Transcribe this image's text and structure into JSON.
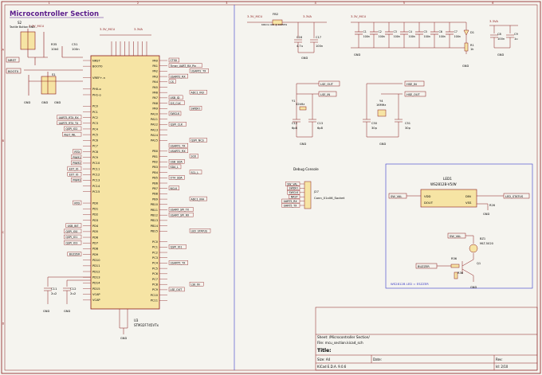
{
  "sheet_title": "Microcontroller Section",
  "power_labels": {
    "a": "3.3V_MCU",
    "b": "3.3V_MCU",
    "c": "3.3V_MCU",
    "d": "3.3V_MCU",
    "e": "3.3VA",
    "f": "3.3VA",
    "g": "3.3VA"
  },
  "left_components": {
    "s2_ref": "S2",
    "s2_desc": "Tactile Button",
    "s2_pin": "GND",
    "r35_ref": "R35",
    "r35_val": "10k0",
    "c51_ref": "C51",
    "c51_val": "100n",
    "nrst_label": "NRST",
    "boot0_label": "BOOT0",
    "s1_ref": "S1",
    "s1_desc": "Tactile Button",
    "gnd": "GND"
  },
  "mcu": {
    "ref": "U3",
    "part": "STM32F745VTx",
    "left_pins": [
      "NRST",
      "BOOT0",
      "",
      "VREF+-n",
      "",
      "PH0-o",
      "PH1-o",
      "",
      "PC0",
      "PC1",
      "PC2",
      "PC3",
      "PC4",
      "PC5",
      "PC6",
      "PC7",
      "PC8",
      "PC9",
      "PC10",
      "PC11",
      "PC12",
      "PC13",
      "PC14",
      "PC15",
      "",
      "PD0",
      "PD1",
      "PD2",
      "PD3",
      "PD4",
      "PD5",
      "PD6",
      "PD7",
      "PD8",
      "PD9",
      "PD10",
      "PD11",
      "PD12",
      "PD13",
      "PD14",
      "PD15",
      "VCAP",
      "VCAP"
    ],
    "right_pins": [
      "PA0",
      "PA1",
      "PA2",
      "PA3",
      "PA4",
      "PA5",
      "PA6",
      "PA7",
      "PA8",
      "PA9",
      "PA10",
      "PA11",
      "PA12",
      "PA13",
      "PA14",
      "PA15",
      "",
      "PB0",
      "PB1",
      "PB2",
      "PB3",
      "PB4",
      "PB5",
      "PB6",
      "PB7",
      "PB8",
      "PB9",
      "PB10",
      "PB11",
      "PB12",
      "PB13",
      "PB14",
      "PB15",
      "",
      "PC0",
      "PC1",
      "PC2",
      "PC3",
      "PC4",
      "PC5",
      "PC6",
      "PC7",
      "PC8",
      "PC9",
      "PC10",
      "PC11"
    ],
    "left_net_labels": [
      "UART5_RTX_RX",
      "UART5_RTX_TX",
      "QSPI_IO2",
      "Alert_INL",
      "RTD",
      "PWM1",
      "PWM2",
      "EXT_IO",
      "EXT_IO",
      "PWM3",
      "RTD",
      "USB_INT",
      "QSPI_IO0",
      "QSPI_IO1",
      "QSPI_IO3",
      "BUZZER"
    ],
    "right_net_labels": [
      "CTS0",
      "Timer_UART_RX_Pin",
      "USART2_TX",
      "USART2_RX",
      "CS",
      "ADC1_IN3",
      "USB_ID",
      "I2S_CLK",
      "SWDIO",
      "SWCLK",
      "QSPI_CLK",
      "QSPI_NCS",
      "USART1_TX",
      "USART1_RX",
      "SCK",
      "USB_SDA",
      "SDA_L",
      "SCL_L",
      "OT4_SDA",
      "NCLK",
      "ADC1_IN4",
      "USART_SPI_TX",
      "USART_SPI_RX",
      "LED_STATUS",
      "QSPI_IO1",
      "USART5_TX",
      "LSE_IN",
      "LSE_OUT"
    ],
    "gnd": "GND"
  },
  "bottom_left": {
    "c11_ref": "C11",
    "c11_val": "2u2",
    "c12_ref": "C12",
    "c12_val": "2u2",
    "gnd": "GND"
  },
  "fb2": {
    "ref": "FB2",
    "desc": "600mA 400 @ 100MHz",
    "c16_ref": "C16",
    "c16_val": "4.7u",
    "c17_ref": "C17",
    "c17_val": "100n",
    "gnd": "GND"
  },
  "decoupling": {
    "caps": [
      {
        "ref": "C1",
        "val": "100n"
      },
      {
        "ref": "C2",
        "val": "100n"
      },
      {
        "ref": "C3",
        "val": "100n"
      },
      {
        "ref": "C4",
        "val": "100n"
      },
      {
        "ref": "C5",
        "val": "100n"
      },
      {
        "ref": "C6",
        "val": "100n"
      },
      {
        "ref": "C7",
        "val": "100n"
      }
    ],
    "gnd": "GND"
  },
  "led_block": {
    "d1_ref": "D1",
    "r1_ref": "R1",
    "r1_val": "1k",
    "c8_ref": "C8",
    "c8_val": "100n",
    "c9_ref": "C9",
    "c9_val": "1u",
    "gnd": "GND"
  },
  "crystals": {
    "y1_ref": "Y1",
    "y1_val": "32kHz",
    "lse_out": "LSE_OUT",
    "lse_in": "LSE_IN",
    "c12_ref": "C12",
    "c12_val": "6p8",
    "c13_ref": "C13",
    "c13_val": "6p8",
    "y4_ref": "Y4",
    "y4_val": "16MHz",
    "hse_in": "HSE_IN",
    "hse_out": "HSE_OUT",
    "c50_ref": "C50",
    "c50_val": "30p",
    "c51b_ref": "C51",
    "c51b_val": "30p",
    "gnd": "GND"
  },
  "debug": {
    "title": "Debug Console",
    "j27_ref": "J27",
    "j27_val": "Conn_01x06_Socket",
    "labels": [
      "SW_VAL",
      "SWDIO",
      "SWCLK",
      "NRST",
      "UART5_RX",
      "UART5_TX"
    ]
  },
  "led1": {
    "ref": "LED1",
    "part": "WS2812B-V5/W",
    "pin_vdd": "VDD",
    "pin_dout": "DOUT",
    "pin_din": "DIN",
    "pin_vss": "VSS",
    "sw_val": "SW_VAL",
    "led_status": "LED_STATUS",
    "r26": "R26",
    "gnd": "GND"
  },
  "buzzer": {
    "sw_val": "SW_VAL",
    "bz1_ref": "BZ1",
    "bz1_val": "MLT-5020",
    "buzzer": "BUZZER",
    "r3_ref": "R36",
    "q1_ref": "Q1",
    "r36_ref": "R36",
    "gnd": "GND",
    "note": "WS2812B LED = ESZZER"
  },
  "title_block": {
    "sheet_line": "Sheet: /Microcontroller Section/",
    "file_line": "File: mcu_section.kicad_sch",
    "title_label": "Title:",
    "size": "Size: A4",
    "date": "Date:",
    "rev": "Rev:",
    "tool": "KiCad E.D.A. 9.0.6",
    "id": "Id: 2/10"
  },
  "border_numbers_top": [
    "1",
    "2",
    "3",
    "4",
    "5",
    "6"
  ],
  "border_letters_left": [
    "A",
    "B",
    "C",
    "D"
  ]
}
